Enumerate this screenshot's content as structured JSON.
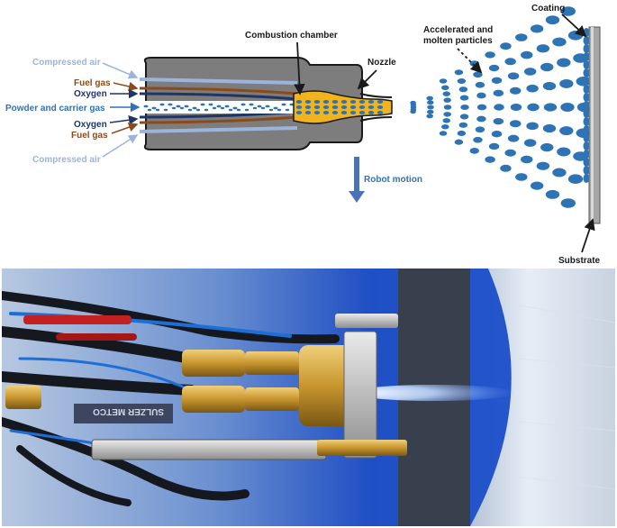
{
  "diagram": {
    "labels": {
      "compressed_air_top": "Compressed air",
      "fuel_gas_top": "Fuel gas",
      "oxygen_top": "Oxygen",
      "powder_carrier": "Powder and carrier gas",
      "oxygen_bottom": "Oxygen",
      "fuel_gas_bottom": "Fuel gas",
      "compressed_air_bottom": "Compressed air",
      "combustion_chamber": "Combustion chamber",
      "nozzle": "Nozzle",
      "particles_line1": "Accelerated and",
      "particles_line2": "molten particles",
      "coating": "Coating",
      "substrate": "Substrate",
      "robot_motion": "Robot motion"
    },
    "colors": {
      "compressed_air": "#9bb4dc",
      "fuel_gas": "#8b4a1c",
      "oxygen": "#1f3566",
      "powder": "#2e74b5",
      "flame": "#f2b31c",
      "gun_body": "#7d7d7d",
      "substrate": "#a6a6a6"
    }
  },
  "photo": {
    "plate_text": "SULZER METCO"
  }
}
